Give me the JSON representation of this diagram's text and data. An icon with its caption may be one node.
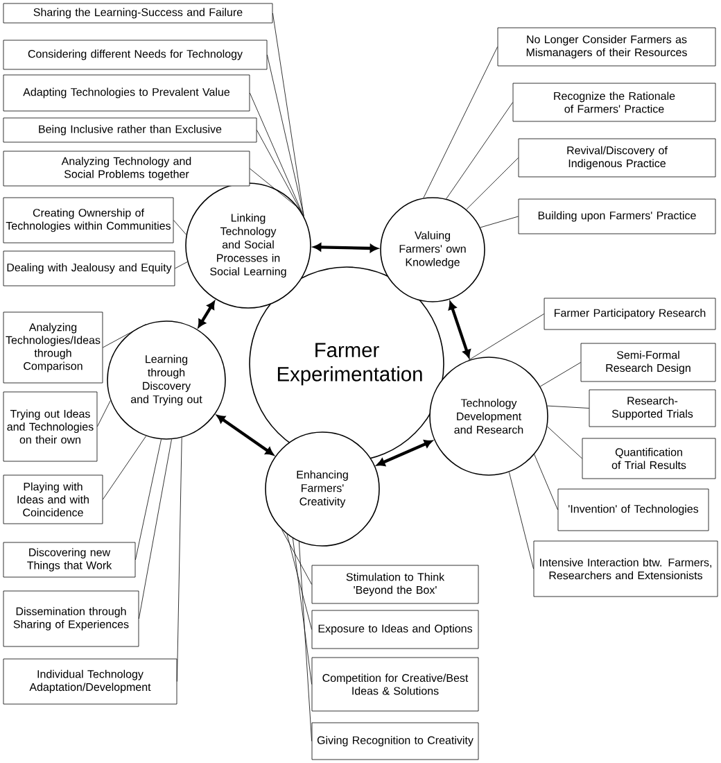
{
  "diagram": {
    "nodes": [
      {
        "text": [
          "Farmer Experimentation"
        ]
      },
      {
        "text": [
          "Linking Technology and Social Processes in Social Learning"
        ]
      },
      {
        "text": [
          "Valuing Farmers' own Knowledge"
        ]
      },
      {
        "text": [
          "Learning through Discovery and Trying out"
        ]
      },
      {
        "text": [
          "Technology Development and Research"
        ]
      },
      {
        "text": [
          "Enhancing Farmers' Creativity"
        ]
      },
      {
        "text": [
          "Sharing the Learning-Success and Failure"
        ]
      },
      {
        "text": [
          "Considering different Needs for Technology"
        ]
      },
      {
        "text": [
          "Adapting Technologies to Prevalent Value"
        ]
      },
      {
        "text": [
          "Being Inclusive rather than Exclusive"
        ]
      },
      {
        "text": [
          "Analyzing Technology and Social Problems together"
        ]
      },
      {
        "text": [
          "Creating Ownership of Technologies within Communities"
        ]
      },
      {
        "text": [
          "Dealing with Jealousy and Equity"
        ]
      },
      {
        "text": [
          "Analyzing Technologies/Ideas through Comparison"
        ]
      },
      {
        "text": [
          "Trying out Ideas and Technologies on their own"
        ]
      },
      {
        "text": [
          "Playing with Ideas and with Coincidence"
        ]
      },
      {
        "text": [
          "Discovering new Things that Work"
        ]
      },
      {
        "text": [
          "Dissemination through Sharing of Experiences"
        ]
      },
      {
        "text": [
          "Individual Technology Adaptation/Development"
        ]
      },
      {
        "text": [
          "Stimulation to Think 'Beyond the Box'"
        ]
      },
      {
        "text": [
          "Exposure to Ideas and Options"
        ]
      },
      {
        "text": [
          "Competition for Creative/Best Ideas & Solutions"
        ]
      },
      {
        "text": [
          "Giving Recognition to Creativity"
        ]
      },
      {
        "text": [
          "Farmer Participatory Research"
        ]
      },
      {
        "text": [
          "Semi-Formal Research Design"
        ]
      },
      {
        "text": [
          "Research-Supported Trials"
        ]
      },
      {
        "text": [
          "Quantification of Trial Results"
        ]
      },
      {
        "text": [
          "'Invention' of Technologies"
        ]
      },
      {
        "text": [
          "Intensive Interaction btw. Farmers, Researchers and Extensionists"
        ]
      },
      {
        "text": [
          "No Longer Consider Farmers as Mismanagers of their Resources"
        ]
      },
      {
        "text": [
          "Recognize the Rationale of Farmers' Practice"
        ]
      },
      {
        "text": [
          "Revival/Discovery of Indigenous Practice"
        ]
      },
      {
        "text": [
          "Building upon Farmers' Practice"
        ]
      }
    ],
    "edges": [
      {
        "from": 1,
        "to": 2,
        "arrow": "both",
        "style": "thick"
      },
      {
        "from": 1,
        "to": 3,
        "arrow": "both",
        "style": "thick"
      },
      {
        "from": 2,
        "to": 4,
        "arrow": "both",
        "style": "thick"
      },
      {
        "from": 3,
        "to": 5,
        "arrow": "both",
        "style": "thick"
      },
      {
        "from": 5,
        "to": 4,
        "arrow": "both",
        "style": "thick"
      },
      {
        "from": 6,
        "to": 1,
        "arrow": "none"
      },
      {
        "from": 7,
        "to": 1,
        "arrow": "none"
      },
      {
        "from": 8,
        "to": 1,
        "arrow": "none"
      },
      {
        "from": 9,
        "to": 1,
        "arrow": "none"
      },
      {
        "from": 10,
        "to": 1,
        "arrow": "none"
      },
      {
        "from": 11,
        "to": 1,
        "arrow": "none"
      },
      {
        "from": 12,
        "to": 1,
        "arrow": "none"
      },
      {
        "from": 13,
        "to": 3,
        "arrow": "none"
      },
      {
        "from": 14,
        "to": 3,
        "arrow": "none"
      },
      {
        "from": 15,
        "to": 3,
        "arrow": "none"
      },
      {
        "from": 16,
        "to": 3,
        "arrow": "none"
      },
      {
        "from": 17,
        "to": 3,
        "arrow": "none"
      },
      {
        "from": 18,
        "to": 3,
        "arrow": "none"
      },
      {
        "from": 19,
        "to": 5,
        "arrow": "none"
      },
      {
        "from": 20,
        "to": 5,
        "arrow": "none"
      },
      {
        "from": 21,
        "to": 5,
        "arrow": "none"
      },
      {
        "from": 22,
        "to": 5,
        "arrow": "none"
      },
      {
        "from": 23,
        "to": 4,
        "arrow": "none"
      },
      {
        "from": 24,
        "to": 4,
        "arrow": "none"
      },
      {
        "from": 25,
        "to": 4,
        "arrow": "none"
      },
      {
        "from": 26,
        "to": 4,
        "arrow": "none"
      },
      {
        "from": 27,
        "to": 4,
        "arrow": "none"
      },
      {
        "from": 28,
        "to": 4,
        "arrow": "none"
      },
      {
        "from": 29,
        "to": 2,
        "arrow": "none"
      },
      {
        "from": 30,
        "to": 2,
        "arrow": "none"
      },
      {
        "from": 31,
        "to": 2,
        "arrow": "none"
      },
      {
        "from": 32,
        "to": 2,
        "arrow": "none"
      }
    ]
  }
}
